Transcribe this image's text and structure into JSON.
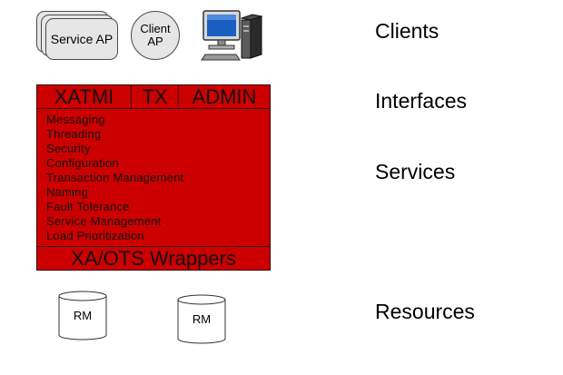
{
  "clients": {
    "service_ap": "Service AP",
    "client_ap": "Client\nAP",
    "label": "Clients"
  },
  "interfaces": {
    "label": "Interfaces",
    "items": [
      "XATMI",
      "TX",
      "ADMIN"
    ]
  },
  "services": {
    "label": "Services",
    "items": [
      "Messaging",
      "Threading",
      "Security",
      "Configuration",
      "Transaction Management",
      "Naming",
      "Fault Tolerance",
      "Service Management",
      "Load Prioritization"
    ]
  },
  "wrappers": {
    "label": "XA/OTS Wrappers"
  },
  "resources": {
    "label": "Resources",
    "rm1": "RM",
    "rm2": "RM"
  },
  "colors": {
    "block": "#cc0000",
    "node_fill": "#e6e6e6"
  },
  "icons": {
    "computer": "desktop-computer-icon",
    "rm": "database-cylinder-icon"
  }
}
